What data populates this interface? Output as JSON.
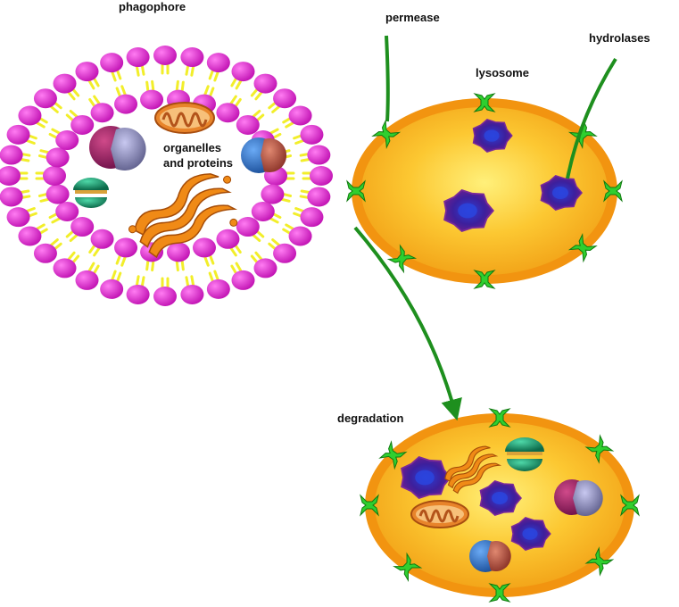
{
  "labels": {
    "phagophore": "phagophore",
    "permease": "permease",
    "hydrolases": "hydrolases",
    "lysosome": "lysosome",
    "organelles_and_proteins": "organelles and proteins",
    "degradation": "degradation"
  },
  "colors": {
    "lipid_head": "#d81ec8",
    "lipid_tail": "#f2ee2a",
    "lysosome_rim": "#f29410",
    "lysosome_core": "#fcc832",
    "enzyme": "#4b1f9e",
    "permease_channel": "#2fcf2f",
    "arrow": "#1e8f1e",
    "mitochondrion": "#e98a2c",
    "golgi": "#f08a16"
  }
}
